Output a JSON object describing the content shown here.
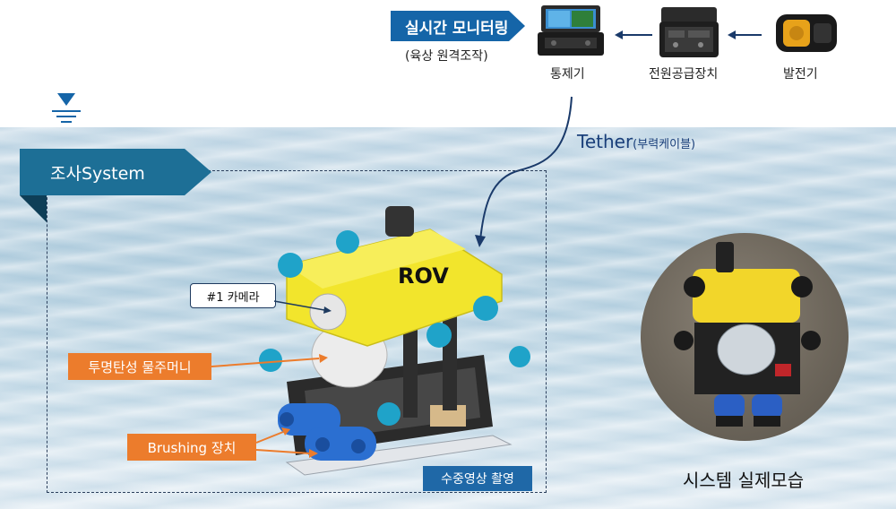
{
  "monitoring": {
    "title": "실시간 모니터링",
    "subtitle": "(육상 원격조작)"
  },
  "devices": [
    {
      "id": "control",
      "label": "통제기"
    },
    {
      "id": "power_supply",
      "label": "전원공급장치"
    },
    {
      "id": "generator",
      "label": "발전기"
    }
  ],
  "tether": {
    "label": "Tether",
    "sublabel": "(부력케이블)"
  },
  "system": {
    "banner": "조사System",
    "rov_label": "ROV",
    "camera_callout": "#1 카메라",
    "manipulator_callout": "투명탄성 물주머니",
    "brushing_callout": "Brushing 장치",
    "filming_callout": "수중영상 촬영"
  },
  "photo": {
    "caption": "시스템 실제모습"
  },
  "colors": {
    "banner_blue": "#1565a8",
    "system_teal": "#1d6f96",
    "callout_orange": "#ec7c2c",
    "rov_yellow": "#f2e52c",
    "thruster_cyan": "#1fa3c9",
    "brush_blue": "#2b6fd1",
    "arrow_navy": "#1a3a6a"
  }
}
